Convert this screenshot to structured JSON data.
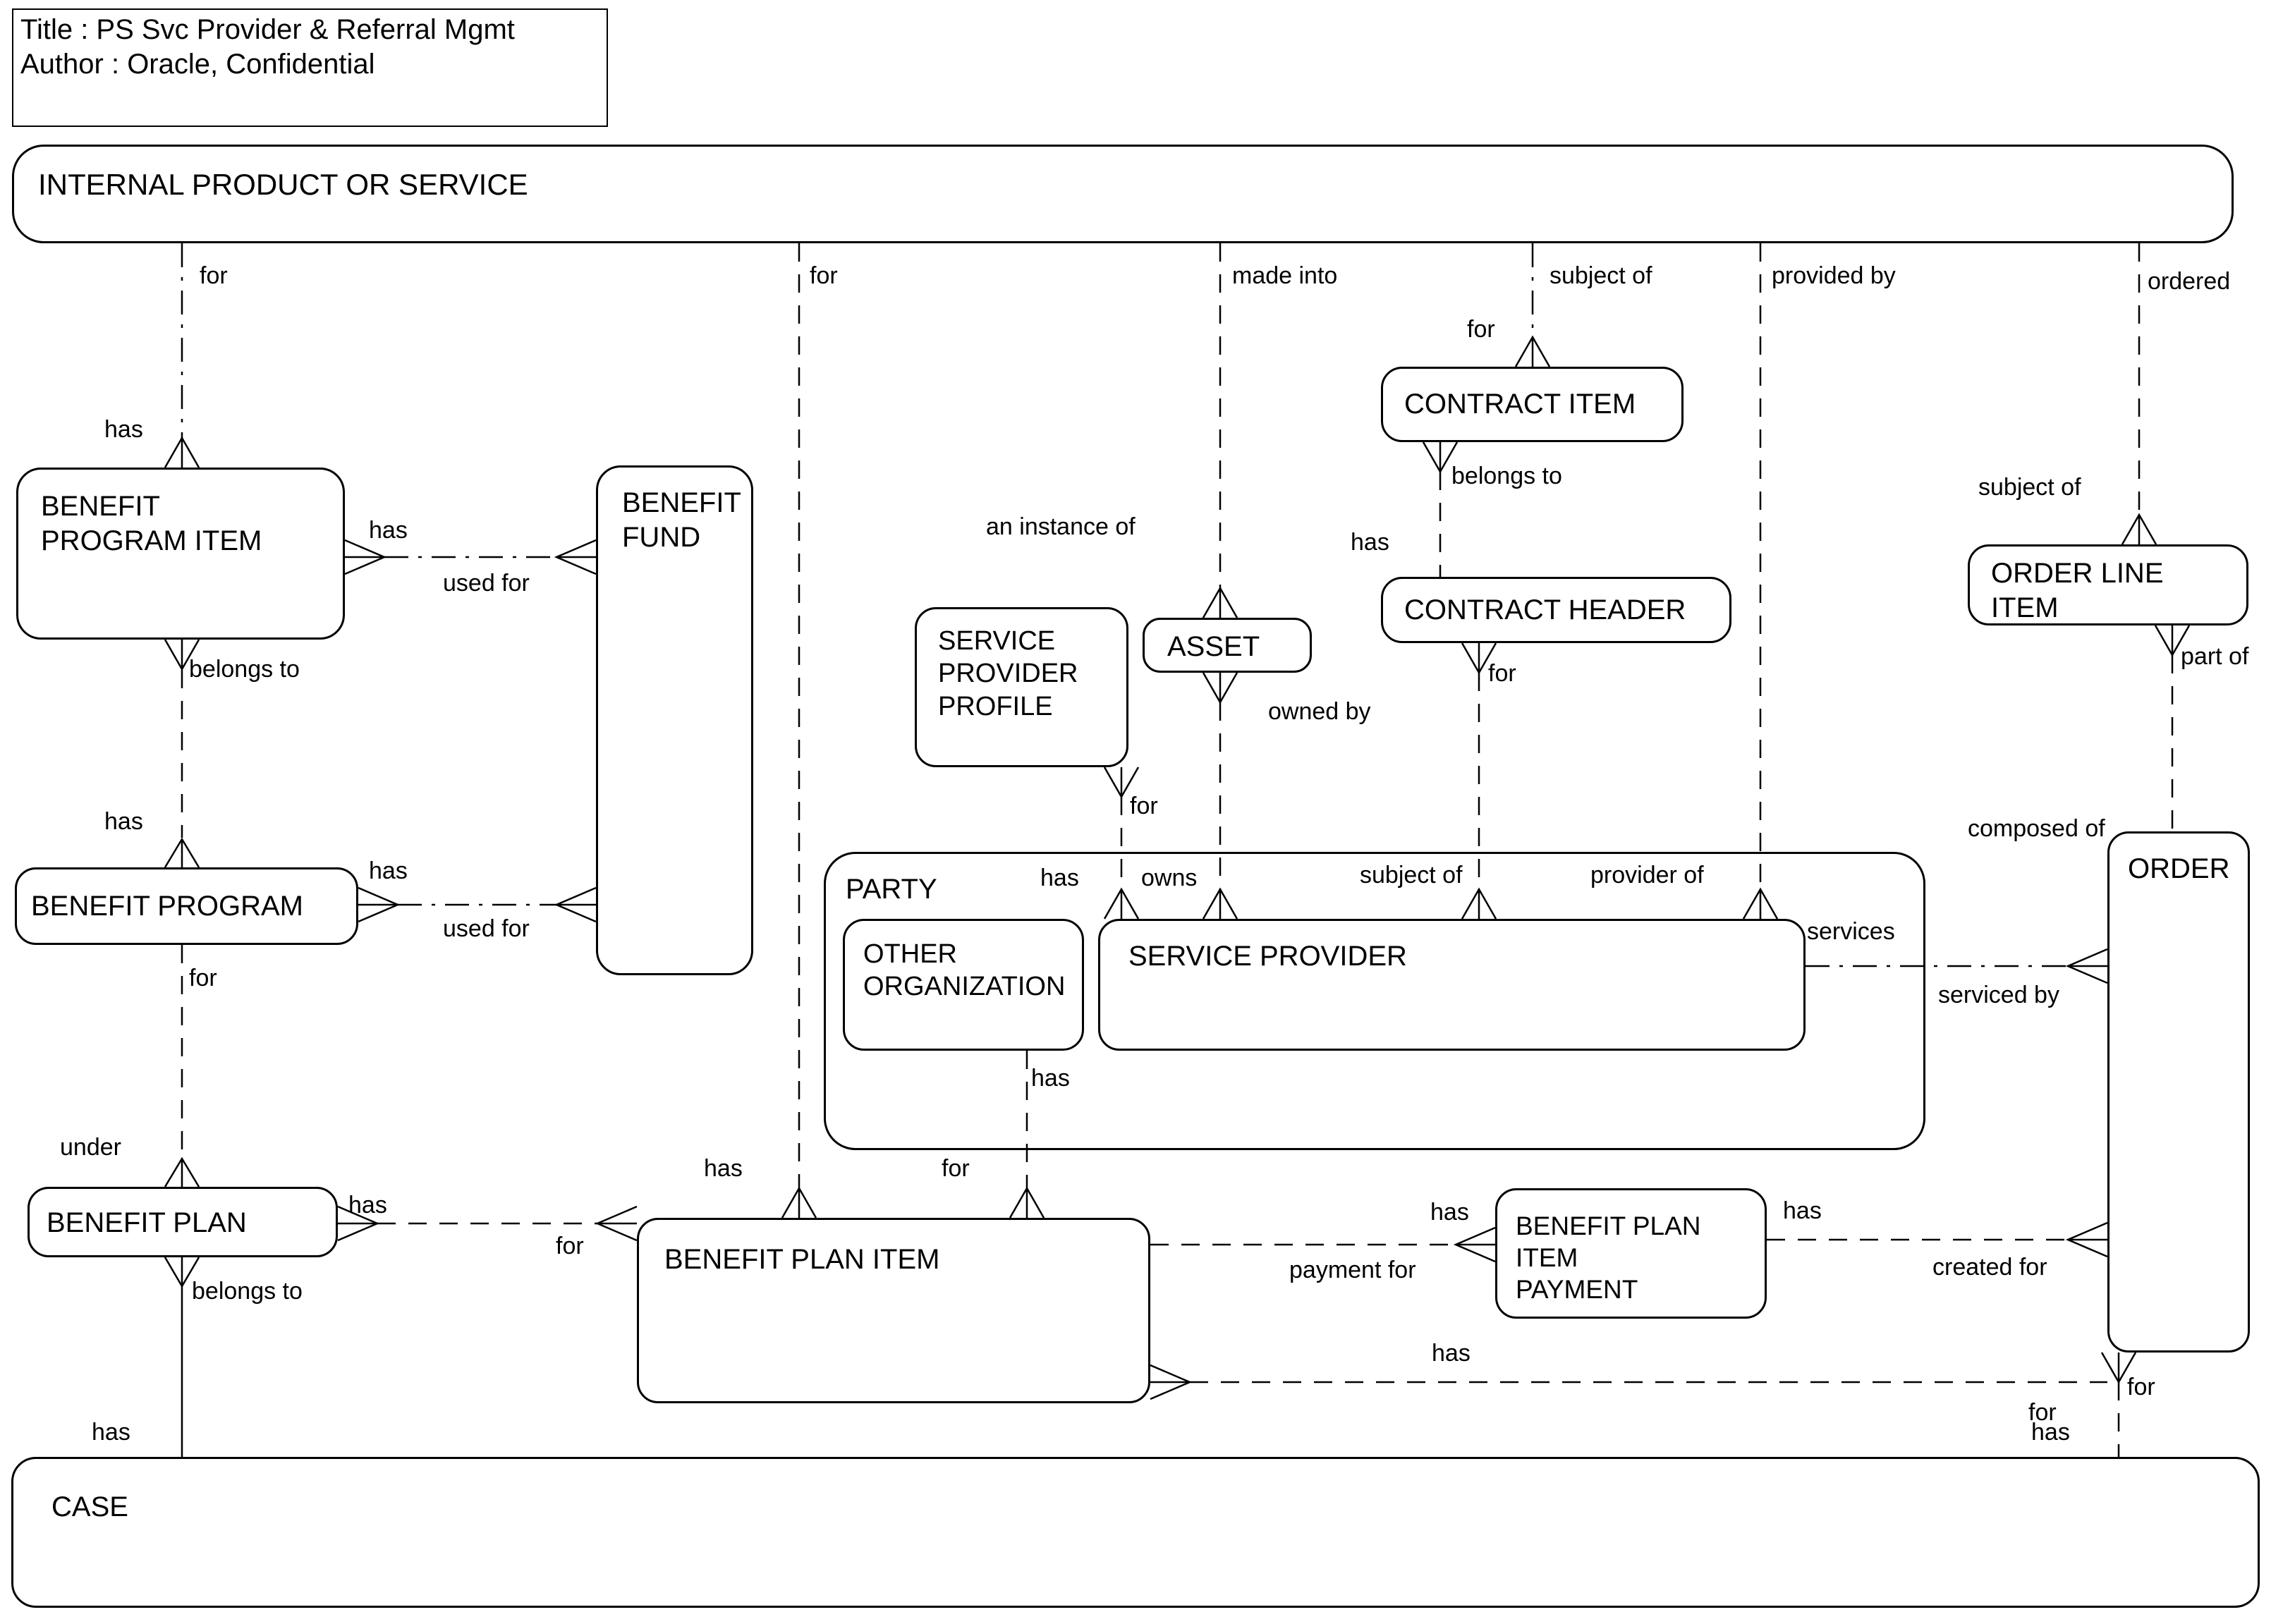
{
  "title_block": {
    "line1": "Title : PS Svc Provider & Referral Mgmt",
    "line2": "Author : Oracle, Confidential"
  },
  "entities": {
    "internal_product_or_service": "INTERNAL PRODUCT OR SERVICE",
    "benefit_program_item": [
      "BENEFIT",
      "PROGRAM ITEM"
    ],
    "benefit_fund": [
      "BENEFIT",
      "FUND"
    ],
    "benefit_program": "BENEFIT PROGRAM",
    "service_provider_profile": [
      "SERVICE",
      "PROVIDER",
      "PROFILE"
    ],
    "asset": "ASSET",
    "contract_item": "CONTRACT ITEM",
    "contract_header": "CONTRACT HEADER",
    "party": "PARTY",
    "other_organization": [
      "OTHER",
      "ORGANIZATION"
    ],
    "service_provider": "SERVICE PROVIDER",
    "order_line_item": [
      "ORDER LINE",
      "ITEM"
    ],
    "order": "ORDER",
    "benefit_plan": "BENEFIT PLAN",
    "benefit_plan_item": "BENEFIT PLAN ITEM",
    "benefit_plan_item_payment": [
      "BENEFIT PLAN ITEM",
      "PAYMENT"
    ],
    "case": "CASE"
  },
  "relationship_labels": {
    "for_ipos_bpi": "for",
    "has_ipos_bpi": "has",
    "has_bpi_fund": "has",
    "used_for_bpi_fund": "used for",
    "belongs_to_bpi_bp": "belongs to",
    "has_bpi_bp": "has",
    "has_bp_fund": "has",
    "used_for_bp_fund": "used for",
    "for_bp_plan": "for",
    "under_bp_plan": "under",
    "belongs_to_plan_case": "belongs to",
    "has_plan_case": "has",
    "for_ipos_bpitem": "for",
    "has_ipos_bpitem": "has",
    "made_into": "made into",
    "an_instance_of": "an instance of",
    "subject_of_ipos_ci": "subject of",
    "for_ipos_ci": "for",
    "belongs_to_ci_ch": "belongs to",
    "has_ci_ch": "has",
    "provided_by": "provided by",
    "provider_of": "provider of",
    "ordered": "ordered",
    "subject_of_ipos_oli": "subject of",
    "part_of": "part of",
    "composed_of": "composed of",
    "owned_by": "owned by",
    "owns": "owns",
    "for_spp_sp": "for",
    "has_spp_sp": "has",
    "for_ch_sp": "for",
    "subject_of_ch_sp": "subject of",
    "services": "services",
    "serviced_by": "serviced by",
    "has_sp_bpitem": "has",
    "for_sp_bpitem": "for",
    "has_plan_bpitem": "has",
    "for_plan_bpitem": "for",
    "has_bpitem_pay": "has",
    "payment_for": "payment for",
    "has_order_pay": "has",
    "created_for": "created for",
    "has_bpitem_order": "has",
    "for_bpitem_order": "for",
    "for_order_case": "for",
    "has_order_case": "has"
  }
}
